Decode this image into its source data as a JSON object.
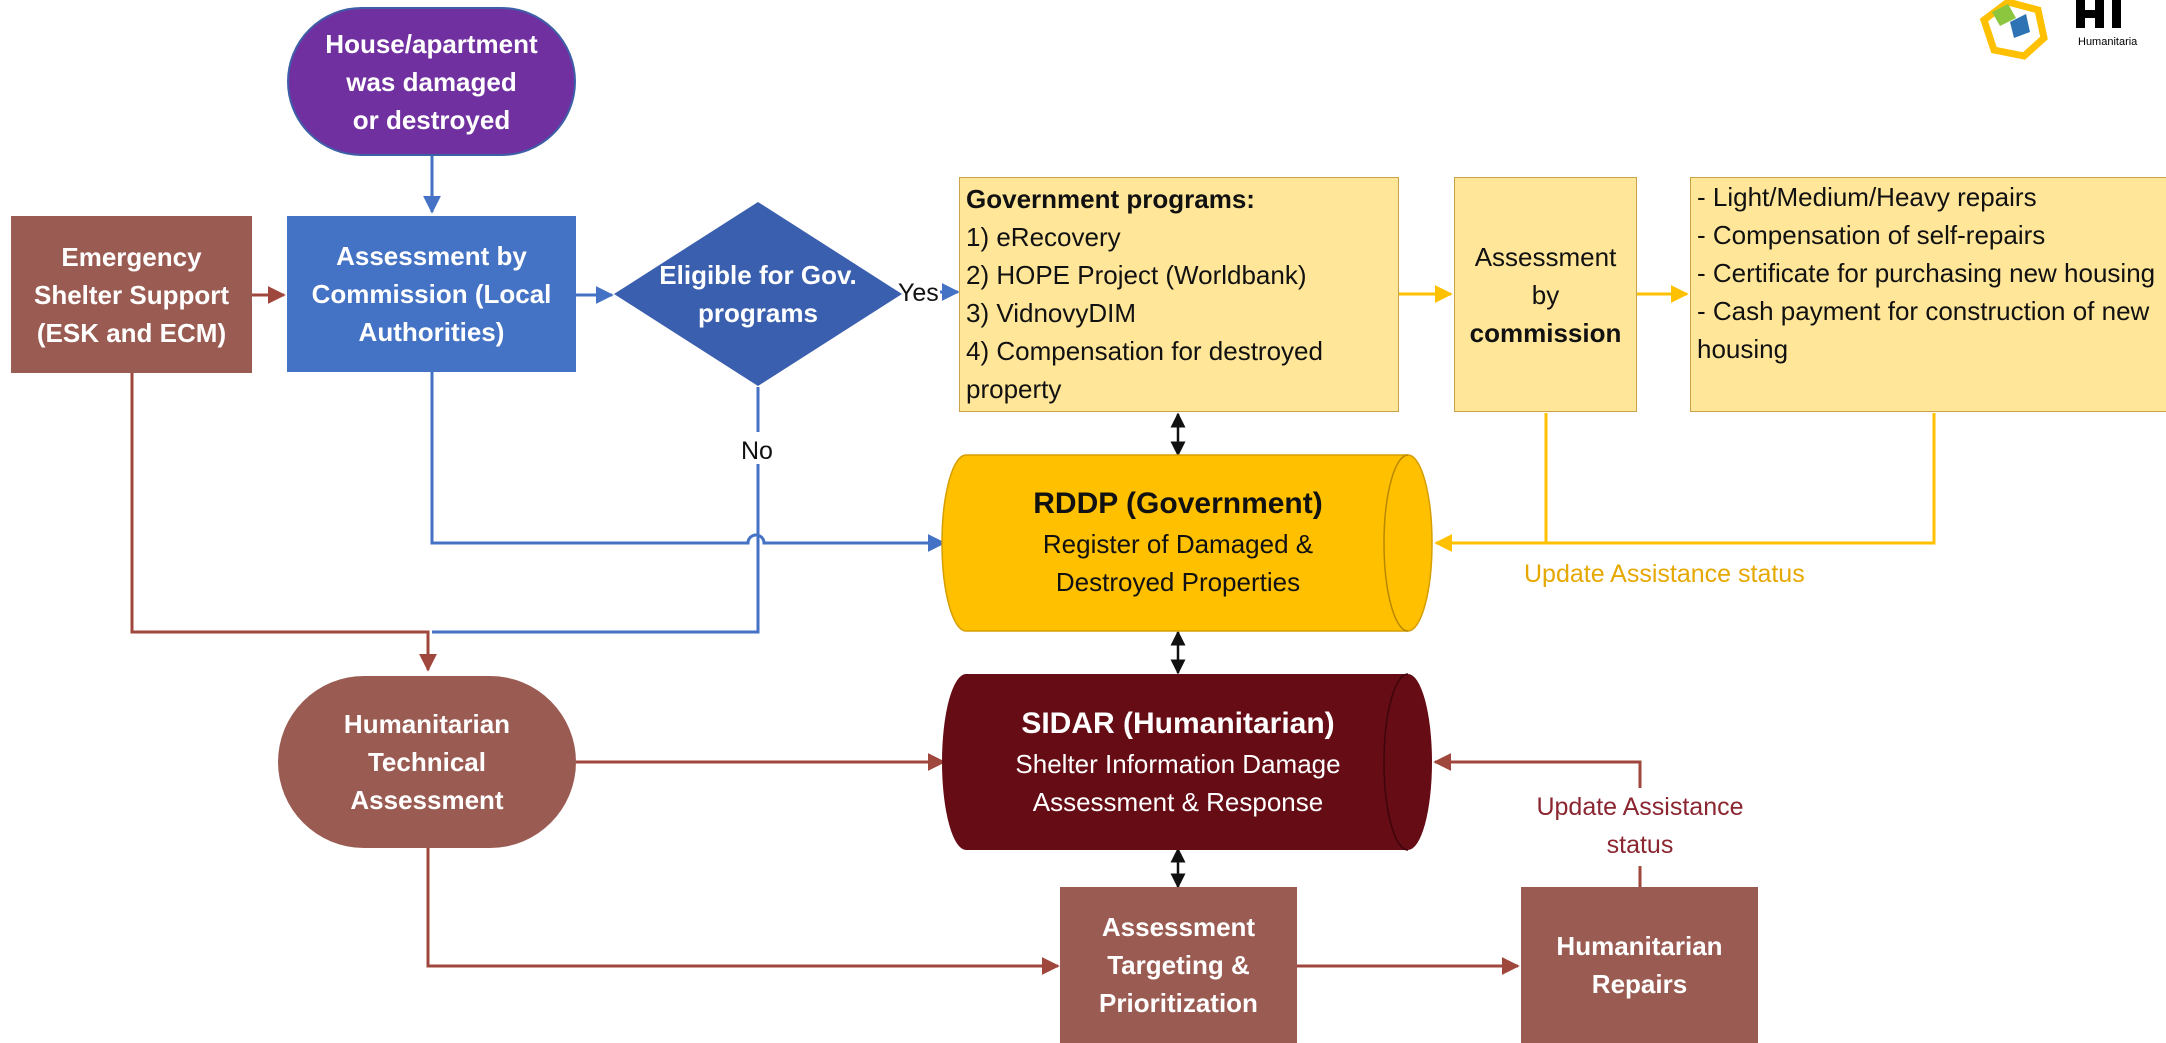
{
  "colors": {
    "purple": "#7030a0",
    "blue": "#4472c4",
    "dark_blue": "#3a5fae",
    "brown": "#9a5b52",
    "yellow_box": "#ffe699",
    "gold": "#ffc000",
    "maroon": "#650c15",
    "line_blue": "#4472c4",
    "line_brown": "#a0473d",
    "line_gold": "#ffc000",
    "text_maroon": "#8b2530",
    "text_gold": "#e6a800"
  },
  "nodes": {
    "start": "House/apartment\nwas damaged\nor destroyed",
    "ess": "Emergency\nShelter Support\n(ESK and ECM)",
    "commission": "Assessment by\nCommission (Local\nAuthorities)",
    "eligible": "Eligible for Gov.\nprograms",
    "gov_programs": {
      "title": "Government programs:",
      "items": [
        "1) eRecovery",
        "2) HOPE Project (Worldbank)",
        "3) VidnovyDIM",
        "4) Compensation for destroyed property"
      ]
    },
    "assessment_commission": {
      "line1": "Assessment",
      "line2": "by",
      "line3": "commission"
    },
    "outcomes": [
      "- Light/Medium/Heavy repairs",
      "- Compensation of self-repairs",
      "- Certificate for purchasing new housing",
      "- Cash payment for construction of new housing"
    ],
    "rddp": {
      "title": "RDDP (Government)",
      "subtitle": "Register of Damaged &\nDestroyed Properties"
    },
    "hta": "Humanitarian\nTechnical\nAssessment",
    "sidar": {
      "title": "SIDAR (Humanitarian)",
      "subtitle": "Shelter Information Damage\nAssessment & Response"
    },
    "atp": "Assessment\nTargeting &\nPrioritization",
    "repairs": "Humanitarian\nRepairs"
  },
  "edge_labels": {
    "yes": "Yes",
    "no": "No",
    "update_gov": "Update Assistance status",
    "update_hum": "Update Assistance\nstatus"
  },
  "logo": {
    "caption": "Humanitaria"
  }
}
